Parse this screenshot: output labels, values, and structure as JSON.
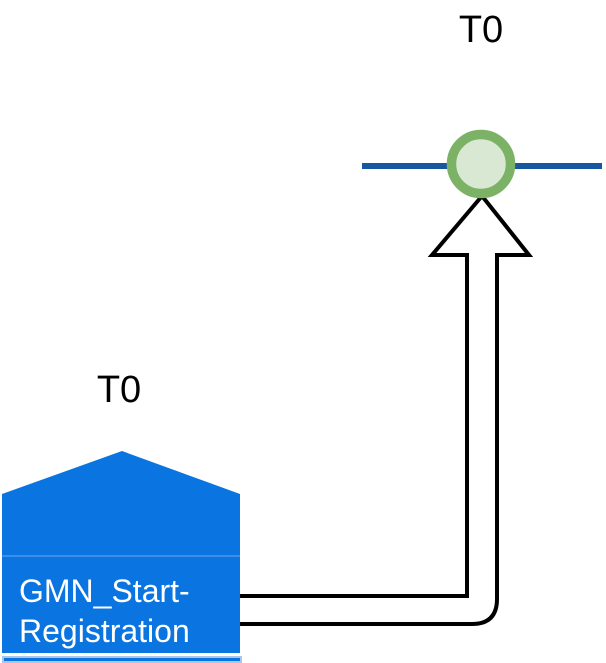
{
  "diagram": {
    "transition": {
      "label": "T0"
    },
    "station": {
      "label": "T0",
      "name_line1": "GMN_Start-",
      "name_line2": "Registration"
    },
    "colors": {
      "station_fill": "#0A74E0",
      "station_seam": "#4E97EA",
      "next_station_border": "#A9C7EB",
      "timeline_blue": "#1657A0",
      "node_ring_green": "#7CB266",
      "node_fill_green": "#D9E8D3",
      "arrow_outline": "#000000",
      "arrow_fill": "#FFFFFF",
      "label_color": "#000000",
      "station_text_color": "#FFFFFF"
    }
  }
}
